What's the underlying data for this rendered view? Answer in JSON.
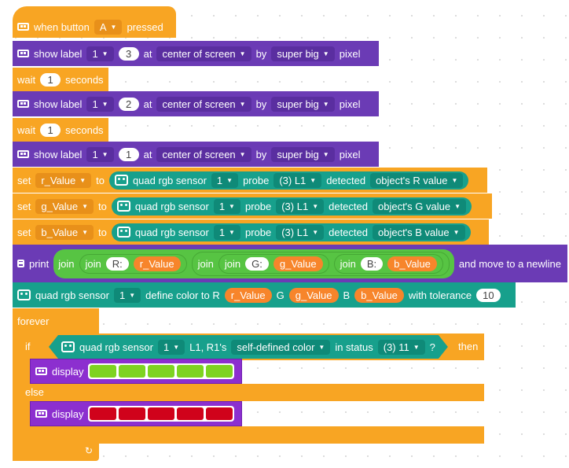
{
  "hat": {
    "label": "when button",
    "button": "A",
    "pressed": "pressed"
  },
  "show_label_blocks": [
    {
      "label": "show label",
      "id": "1",
      "text": "3",
      "at": "at",
      "position": "center of screen",
      "by": "by",
      "size": "super big",
      "unit": "pixel"
    },
    {
      "label": "show label",
      "id": "1",
      "text": "2",
      "at": "at",
      "position": "center of screen",
      "by": "by",
      "size": "super big",
      "unit": "pixel"
    },
    {
      "label": "show label",
      "id": "1",
      "text": "1",
      "at": "at",
      "position": "center of screen",
      "by": "by",
      "size": "super big",
      "unit": "pixel"
    }
  ],
  "wait_blocks": [
    {
      "label": "wait",
      "value": "1",
      "unit": "seconds"
    },
    {
      "label": "wait",
      "value": "1",
      "unit": "seconds"
    }
  ],
  "set_blocks": [
    {
      "label": "set",
      "var": "r_Value",
      "to": "to",
      "sensor": "quad rgb sensor",
      "id": "1",
      "probe": "probe",
      "probe_val": "(3) L1",
      "detected": "detected",
      "value": "object's R value"
    },
    {
      "label": "set",
      "var": "g_Value",
      "to": "to",
      "sensor": "quad rgb sensor",
      "id": "1",
      "probe": "probe",
      "probe_val": "(3) L1",
      "detected": "detected",
      "value": "object's G value"
    },
    {
      "label": "set",
      "var": "b_Value",
      "to": "to",
      "sensor": "quad rgb sensor",
      "id": "1",
      "probe": "probe",
      "probe_val": "(3) L1",
      "detected": "detected",
      "value": "object's B value"
    }
  ],
  "print_block": {
    "label": "print",
    "join": "join",
    "r_prefix": "R:",
    "r_var": "r_Value",
    "g_prefix": "G:",
    "g_var": "g_Value",
    "b_prefix": "B:",
    "b_var": "b_Value",
    "suffix": "and move to a newline"
  },
  "define_block": {
    "sensor": "quad rgb sensor",
    "id": "1",
    "define": "define color to R",
    "r": "r_Value",
    "g_label": "G",
    "g": "g_Value",
    "b_label": "B",
    "b": "b_Value",
    "tolerance_label": "with tolerance",
    "tolerance": "10"
  },
  "forever": {
    "label": "forever",
    "loop_arrow": "↻"
  },
  "if_block": {
    "if_label": "if",
    "sensor": "quad rgb sensor",
    "id": "1",
    "probes": "L1, R1's",
    "color": "self-defined color",
    "in_status": "in status",
    "status": "(3) 11",
    "q": "?",
    "then": "then",
    "else": "else"
  },
  "display_blocks": [
    {
      "label": "display",
      "led_color": "#7ed321"
    },
    {
      "label": "display",
      "led_color": "#d0021b"
    }
  ],
  "colors": {
    "orange": "#f8a523",
    "purple": "#6b3bb5",
    "teal": "#17a08c",
    "green": "#57c443",
    "display_purple": "#8c2fcf"
  }
}
